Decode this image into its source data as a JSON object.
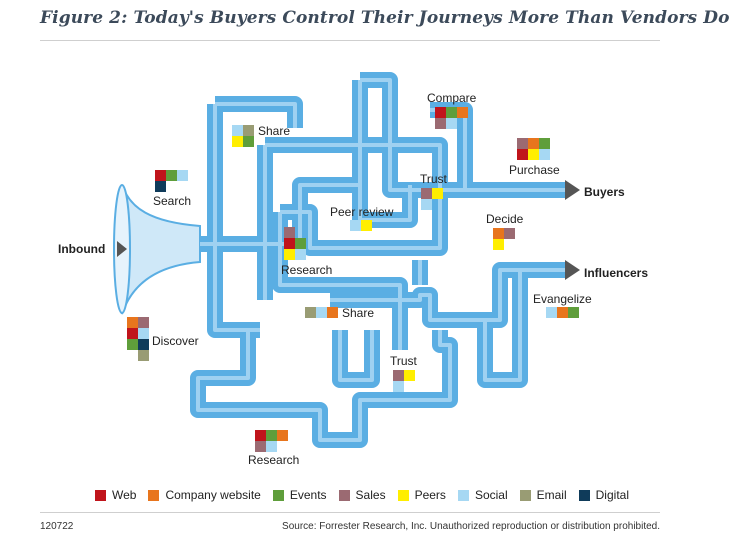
{
  "title": "Figure 2: Today's Buyers Control Their Journeys More Than Vendors Do",
  "colors": {
    "pipe": "#5aaee3",
    "pipe_inner": "#b8dcf4",
    "arrow": "#555555",
    "web": "#c0141b",
    "company_website": "#e8751d",
    "events": "#5f9e3b",
    "sales": "#9b6a72",
    "peers": "#ffee00",
    "social": "#a6d8f3",
    "email": "#999c74",
    "digital": "#0f3b5a"
  },
  "labels": {
    "inbound": "Inbound",
    "buyers": "Buyers",
    "influencers": "Influencers",
    "search": "Search",
    "discover": "Discover",
    "share_top": "Share",
    "compare": "Compare",
    "trust_top": "Trust",
    "peer_review": "Peer review",
    "purchase": "Purchase",
    "decide": "Decide",
    "research_mid": "Research",
    "share_mid": "Share",
    "evangelize": "Evangelize",
    "trust_bottom": "Trust",
    "research_bottom": "Research"
  },
  "legend": [
    {
      "label": "Web",
      "color": "#c0141b"
    },
    {
      "label": "Company website",
      "color": "#e8751d"
    },
    {
      "label": "Events",
      "color": "#5f9e3b"
    },
    {
      "label": "Sales",
      "color": "#9b6a72"
    },
    {
      "label": "Peers",
      "color": "#ffee00"
    },
    {
      "label": "Social",
      "color": "#a6d8f3"
    },
    {
      "label": "Email",
      "color": "#999c74"
    },
    {
      "label": "Digital",
      "color": "#0f3b5a"
    }
  ],
  "footer": {
    "code": "120722",
    "source": "Source: Forrester Research, Inc. Unauthorized reproduction or distribution prohibited."
  }
}
